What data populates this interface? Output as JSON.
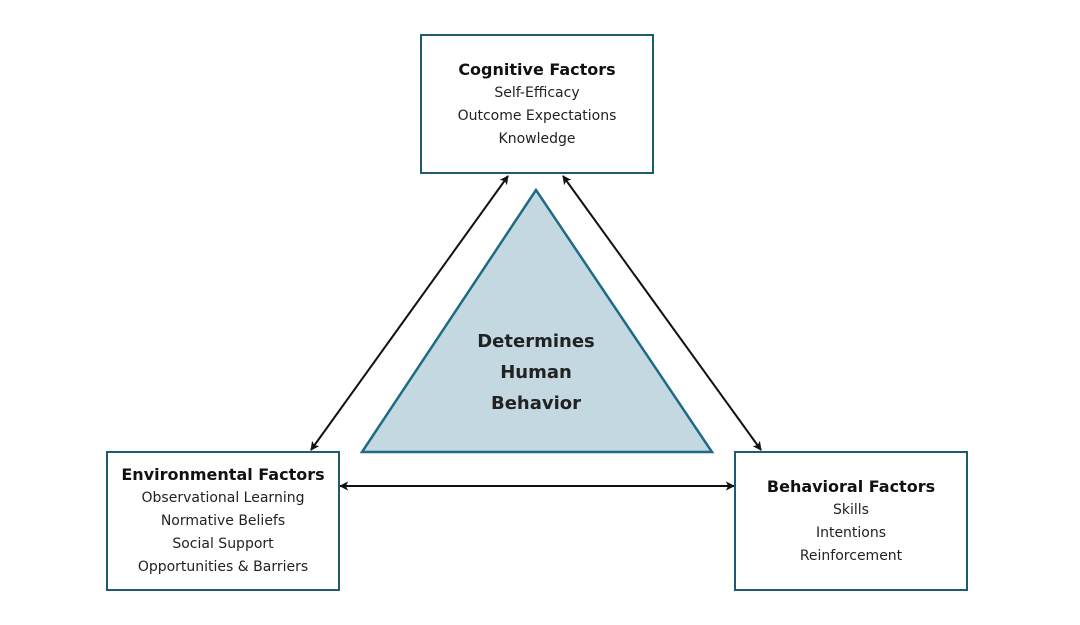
{
  "center": {
    "lines": [
      "Determines",
      "Human",
      "Behavior"
    ]
  },
  "cognitive": {
    "title": "Cognitive Factors",
    "items": [
      "Self-Efficacy",
      "Outcome Expectations",
      "Knowledge"
    ]
  },
  "environmental": {
    "title": "Environmental Factors",
    "items": [
      "Observational Learning",
      "Normative Beliefs",
      "Social Support",
      "Opportunities & Barriers"
    ]
  },
  "behavioral": {
    "title": "Behavioral Factors",
    "items": [
      "Skills",
      "Intentions",
      "Reinforcement"
    ]
  },
  "colors": {
    "border": "#1f5a73",
    "triangle_fill": "#c3d8e0",
    "triangle_stroke": "#1f6a85",
    "arrow": "#111111"
  }
}
